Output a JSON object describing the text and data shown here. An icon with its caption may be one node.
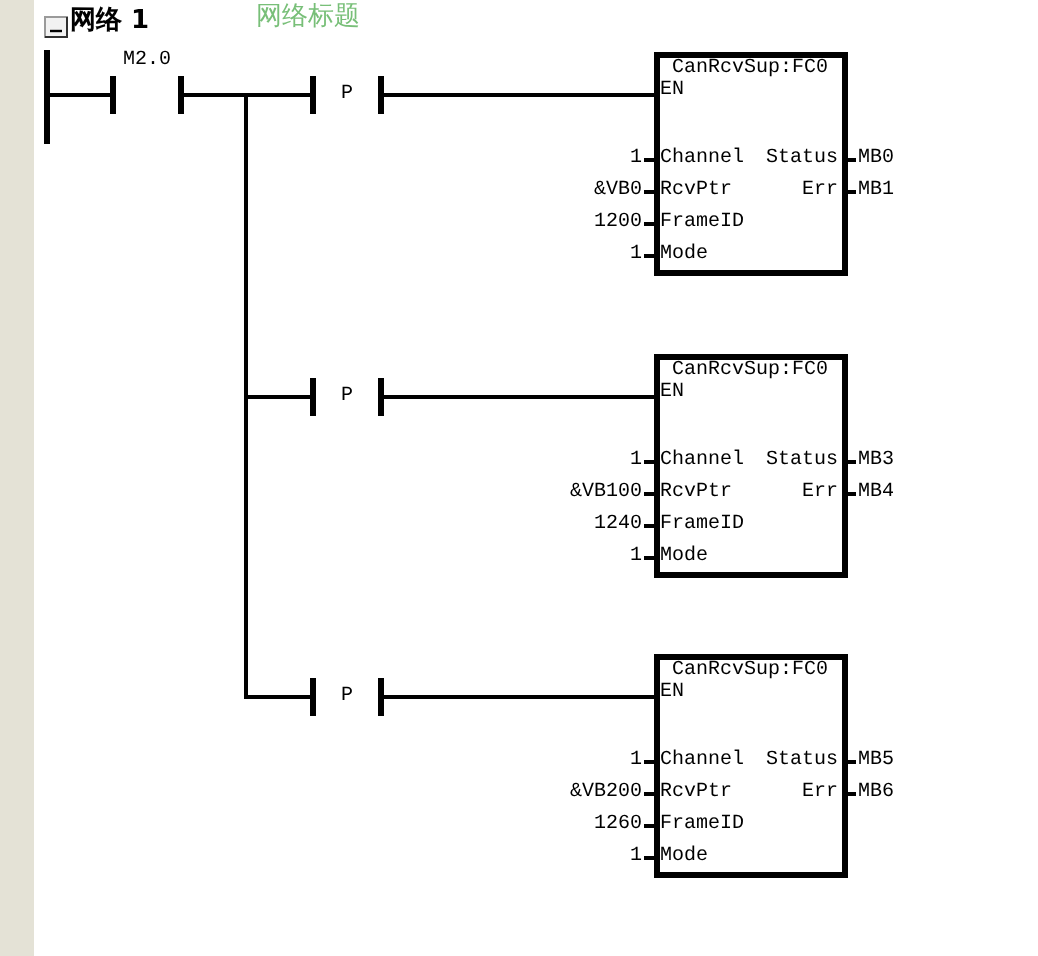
{
  "diagram": {
    "title": "网络 1",
    "nodes": [
      {
        "text": [],
        "shape": "bar"
      },
      {
        "text": [
          "M2.0"
        ]
      },
      {
        "text": [
          "P"
        ]
      },
      {
        "text": [
          "CanRcvSup:FC0",
          "EN",
          "Channel",
          "RcvPtr",
          "FrameID",
          "Mode",
          "Status",
          "Err"
        ],
        "beside": [
          "1",
          "&VB0",
          "1200",
          "1",
          "MB0",
          "MB1"
        ]
      },
      {
        "text": [
          "P"
        ]
      },
      {
        "text": [
          "CanRcvSup:FC0",
          "EN",
          "Channel",
          "RcvPtr",
          "FrameID",
          "Mode",
          "Status",
          "Err"
        ],
        "beside": [
          "1",
          "&VB100",
          "1240",
          "1",
          "MB3",
          "MB4"
        ]
      },
      {
        "text": [
          "P"
        ]
      },
      {
        "text": [
          "CanRcvSup:FC0",
          "EN",
          "Channel",
          "RcvPtr",
          "FrameID",
          "Mode",
          "Status",
          "Err"
        ],
        "beside": [
          "1",
          "&VB200",
          "1260",
          "1",
          "MB5",
          "MB6"
        ]
      }
    ],
    "edges": [
      {
        "from": 0,
        "to": 1,
        "arrow": "none"
      },
      {
        "from": 1,
        "to": 2,
        "arrow": "none"
      },
      {
        "from": 1,
        "to": 4,
        "arrow": "none"
      },
      {
        "from": 1,
        "to": 6,
        "arrow": "none"
      },
      {
        "from": 2,
        "to": 3,
        "arrow": "none"
      },
      {
        "from": 4,
        "to": 5,
        "arrow": "none"
      },
      {
        "from": 6,
        "to": 7,
        "arrow": "none"
      }
    ],
    "labels": [
      "网络标题"
    ]
  }
}
